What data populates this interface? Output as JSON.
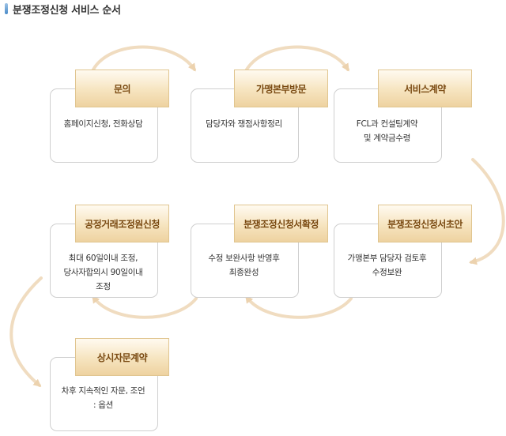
{
  "title": "분쟁조정신청 서비스 순서",
  "steps": [
    {
      "label": "문의",
      "desc": [
        "홈페이지신청, 전화상담"
      ]
    },
    {
      "label": "가맹본부방문",
      "desc": [
        "담당자와 쟁점사항정리"
      ]
    },
    {
      "label": "서비스계약",
      "desc": [
        "FCL과 컨설팅계약",
        "및 계약금수령"
      ]
    },
    {
      "label": "분쟁조정신청서초안",
      "desc": [
        "가맹본부 담당자 검토후",
        "수정보완"
      ]
    },
    {
      "label": "분쟁조정신청서확정",
      "desc": [
        "수정 보완사항 반영후",
        "최종완성"
      ]
    },
    {
      "label": "공정거래조정원신청",
      "desc": [
        "최대 60일이내 조정,",
        "당사자합의시 90일이내",
        "조정"
      ]
    },
    {
      "label": "상시자문계약",
      "desc": [
        "차후 지속적인 자문, 조언",
        ": 옵션"
      ]
    }
  ],
  "colors": {
    "arrow": "#f0dcc0",
    "label_text": "#7a4a12",
    "title_accent": "#4a8bc8"
  }
}
